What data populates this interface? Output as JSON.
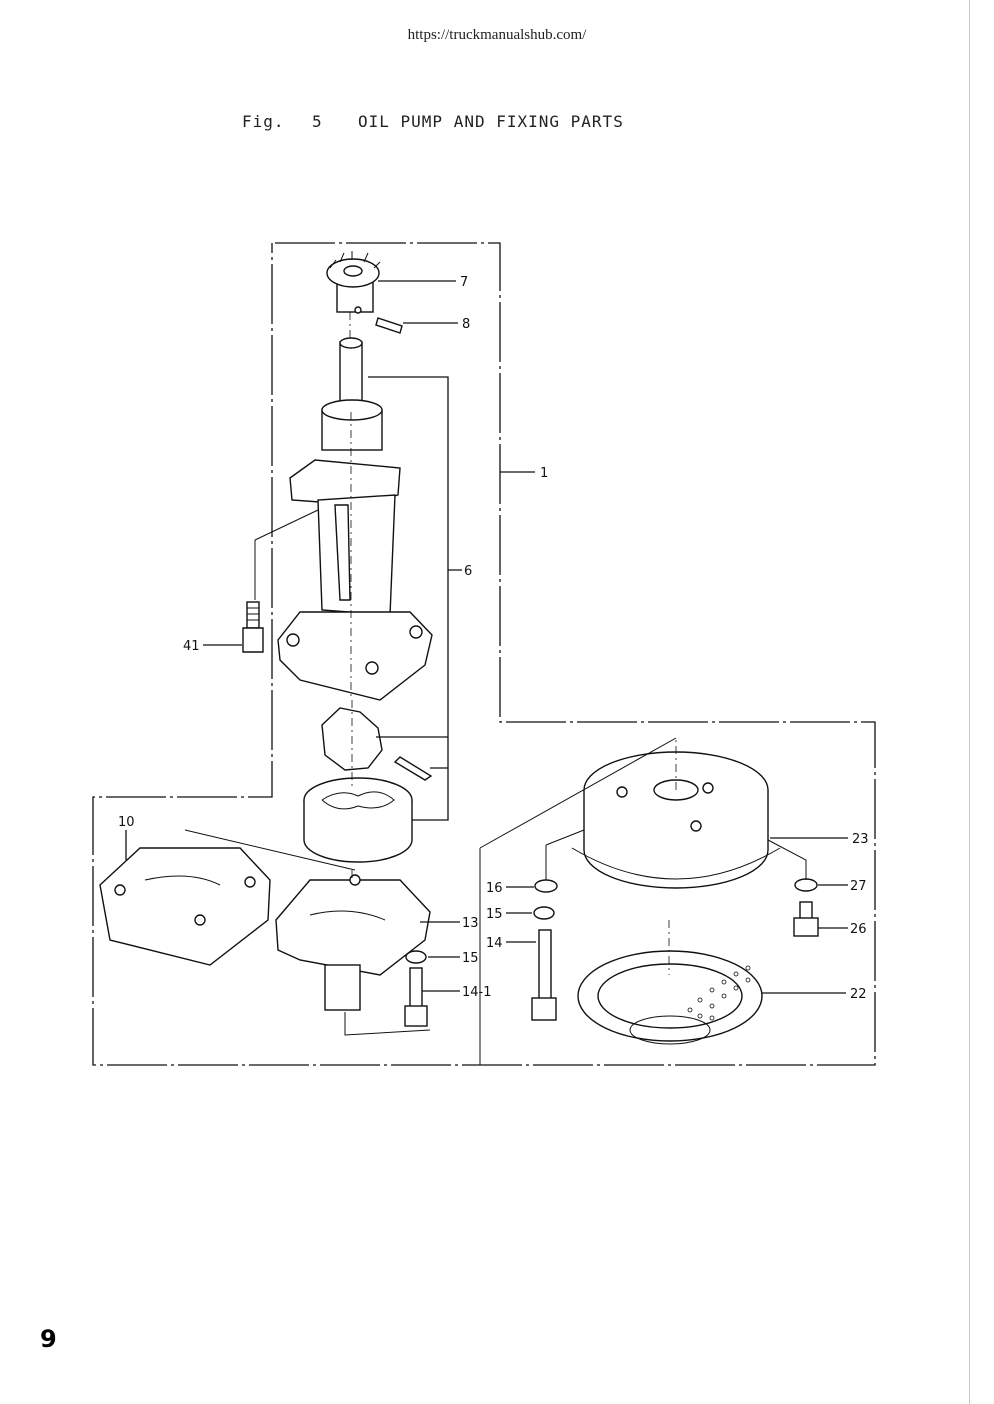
{
  "header": {
    "url": "https://truckmanualshub.com/"
  },
  "title": {
    "fig": "Fig.",
    "number": "5",
    "text": "OIL PUMP AND FIXING PARTS"
  },
  "callouts": {
    "c1": "1",
    "c6": "6",
    "c7": "7",
    "c8": "8",
    "c10": "10",
    "c13": "13",
    "c14": "14",
    "c14_1": "14-1",
    "c15a": "15",
    "c15b": "15",
    "c16": "16",
    "c22": "22",
    "c23": "23",
    "c26": "26",
    "c27": "27",
    "c41": "41"
  },
  "footer": {
    "page_number": "9"
  }
}
